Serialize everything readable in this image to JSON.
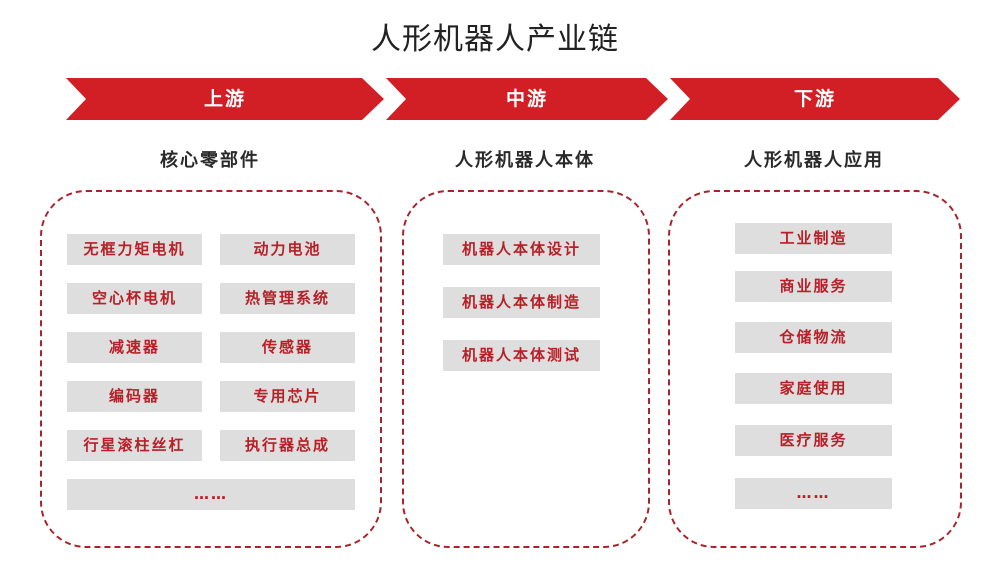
{
  "title": "人形机器人产业链",
  "colors": {
    "accent": "#d21f26",
    "item_bg": "#dedede",
    "item_text": "#b81f26",
    "frame": "#a8242b"
  },
  "upstream": {
    "banner": "上游",
    "heading": "核心零部件",
    "items": [
      "无框力矩电机",
      "动力电池",
      "空心杯电机",
      "热管理系统",
      "减速器",
      "传感器",
      "编码器",
      "专用芯片",
      "行星滚柱丝杠",
      "执行器总成"
    ],
    "more": "……"
  },
  "midstream": {
    "banner": "中游",
    "heading": "人形机器人本体",
    "items": [
      "机器人本体设计",
      "机器人本体制造",
      "机器人本体测试"
    ]
  },
  "downstream": {
    "banner": "下游",
    "heading": "人形机器人应用",
    "items": [
      "工业制造",
      "商业服务",
      "仓储物流",
      "家庭使用",
      "医疗服务"
    ],
    "more": "……"
  }
}
